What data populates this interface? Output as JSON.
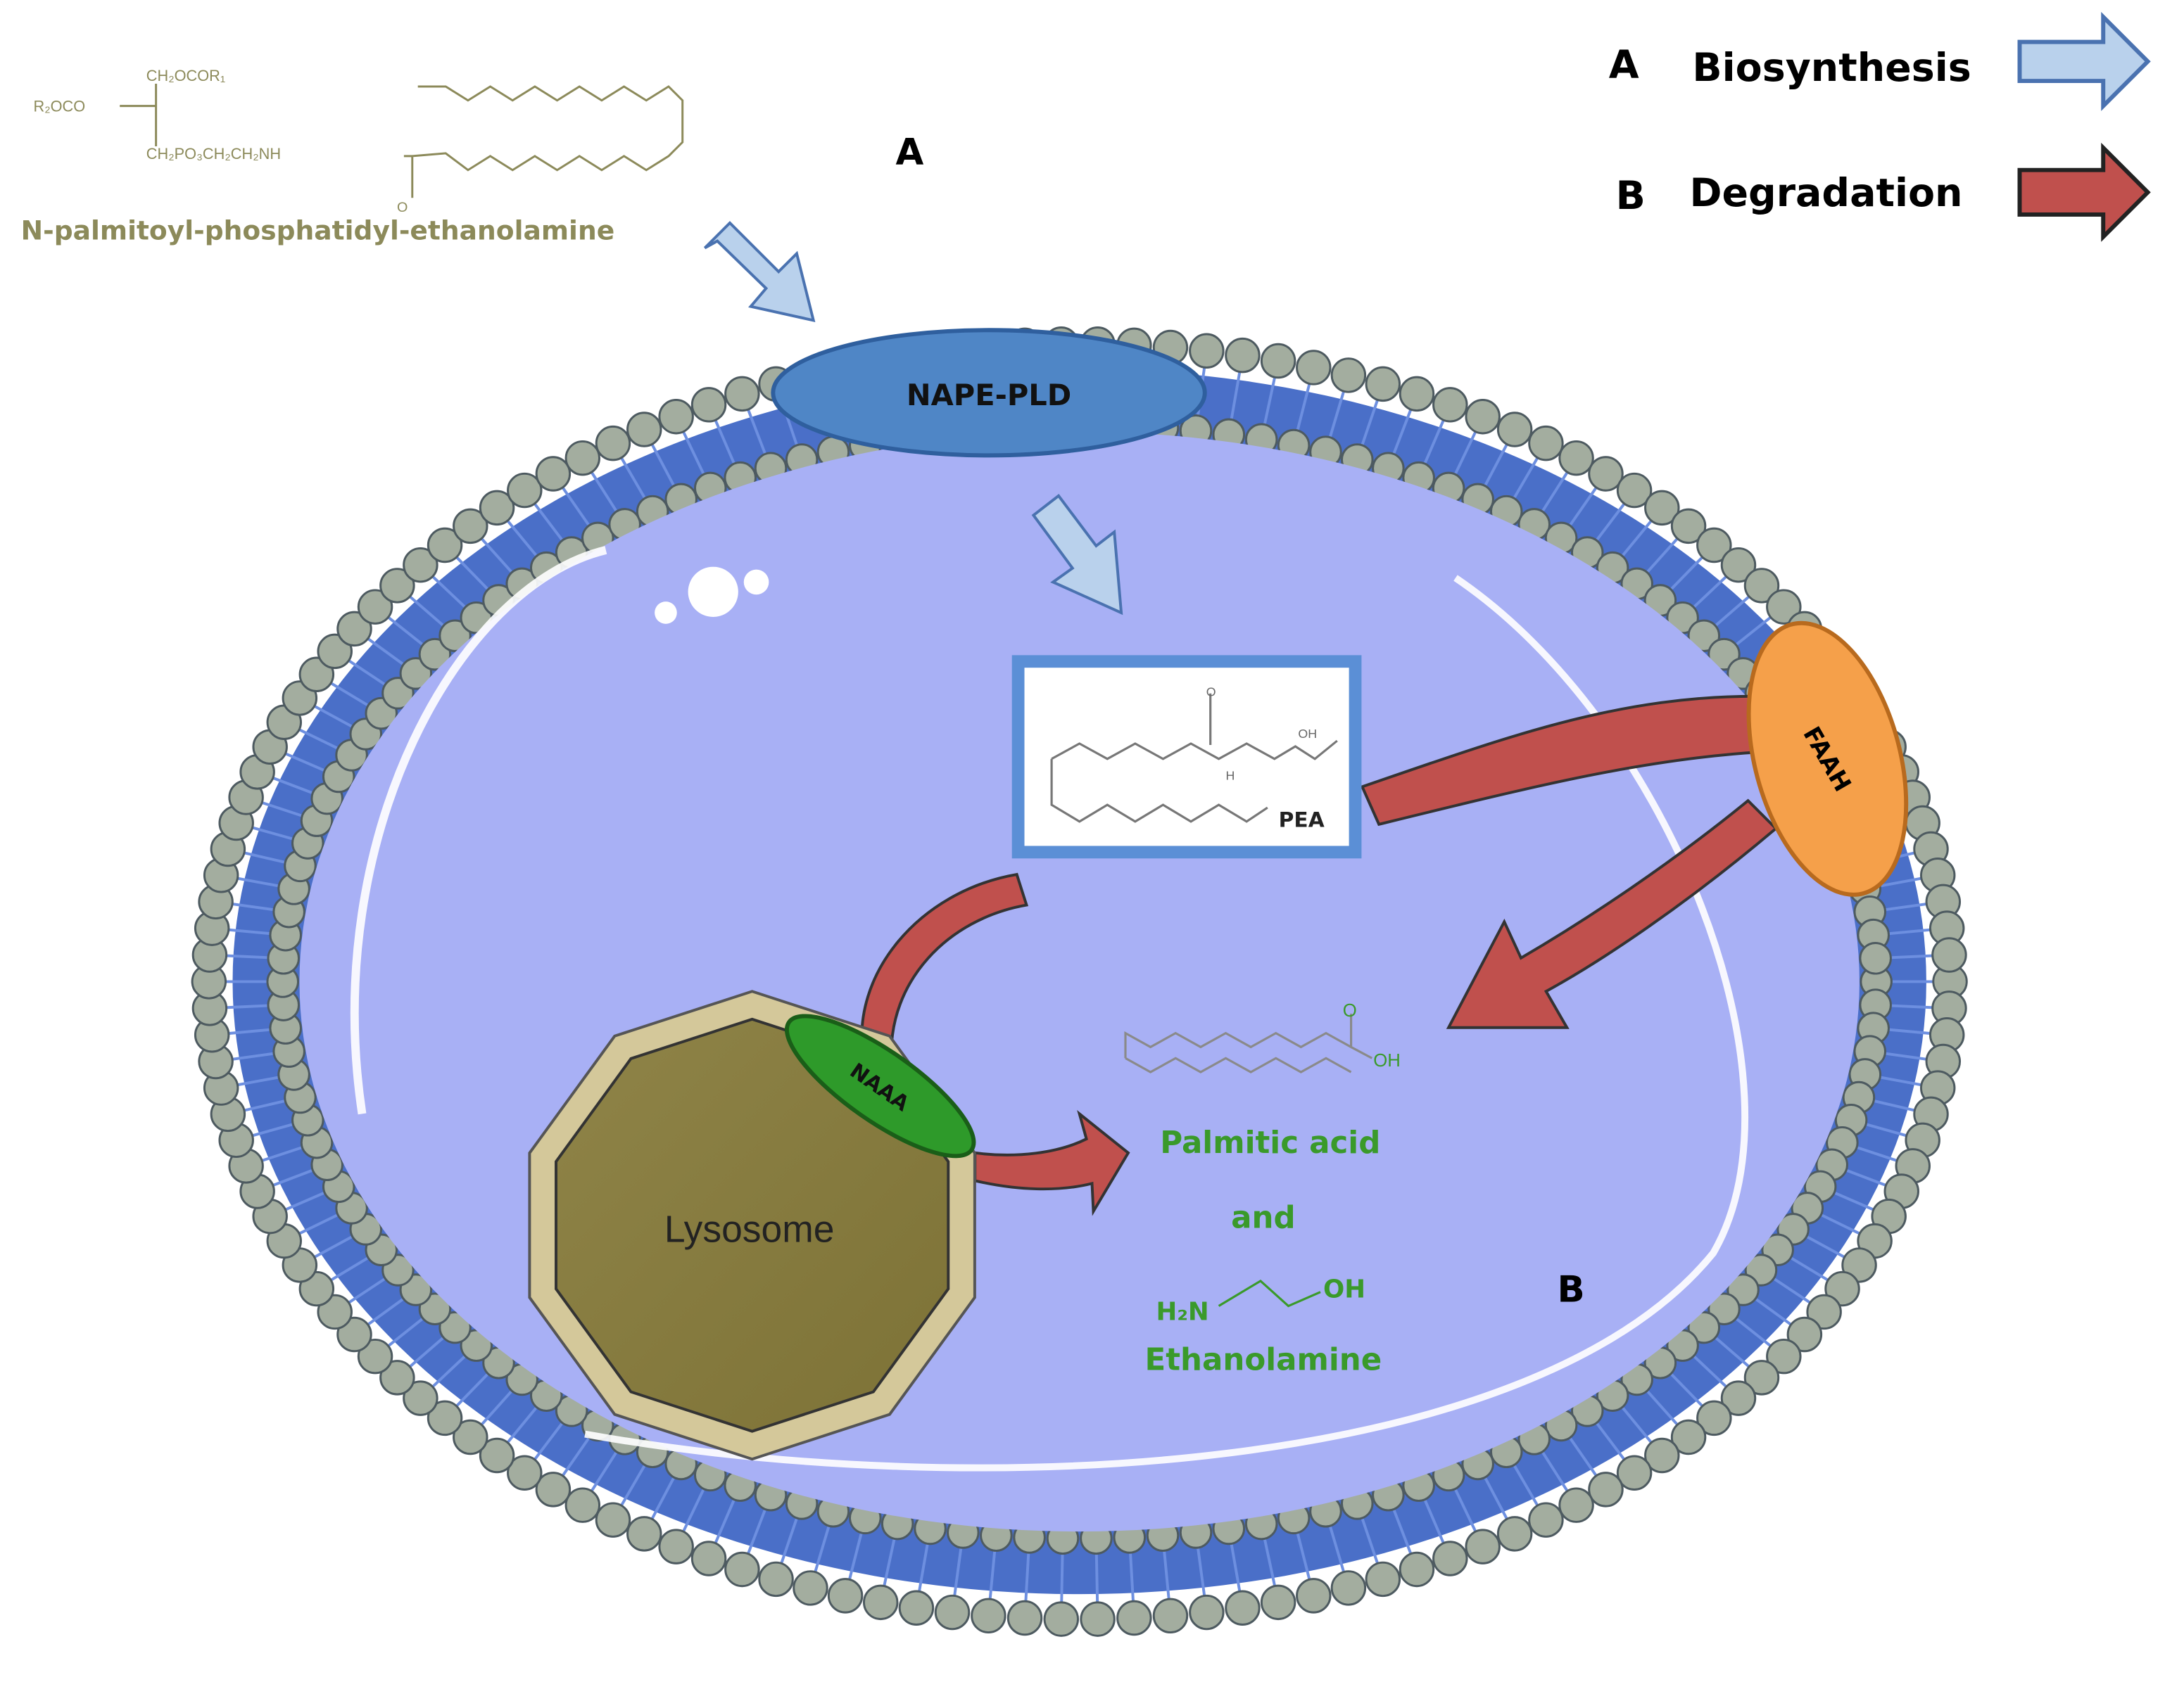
{
  "legend": {
    "a": {
      "letter": "A",
      "label": "Biosynthesis",
      "color": "#b9d1ec"
    },
    "b": {
      "letter": "B",
      "label": "Degradation",
      "color": "#c0504d"
    }
  },
  "labels": {
    "a": "A",
    "b": "B"
  },
  "nape": {
    "name": "N-palmitoyl-phosphatidyl-ethanolamine",
    "top": "CH₂OCOR₁",
    "left": "R₂OCO",
    "bottom": "CH₂PO₃CH₂CH₂NH",
    "oxygen": "O"
  },
  "enzymes": {
    "nape_pld": "NAPE-PLD",
    "faah": "FAAH",
    "naaa": "NAAA"
  },
  "pea": {
    "label": "PEA",
    "o": "O",
    "oh": "OH",
    "nh": "H"
  },
  "lysosome": "Lysosome",
  "products": {
    "palmitic": "Palmitic acid",
    "and": "and",
    "oh": "OH",
    "o": "O",
    "h2n": "H₂N",
    "ethanolamine_oh": "OH",
    "ethanolamine": "Ethanolamine"
  },
  "colors": {
    "cell": "#a8b0f5",
    "membrane": "#4a6fc8",
    "bead": "#a3ad9f",
    "green": "#3a9a2a",
    "olive": "#8c8a5a"
  }
}
